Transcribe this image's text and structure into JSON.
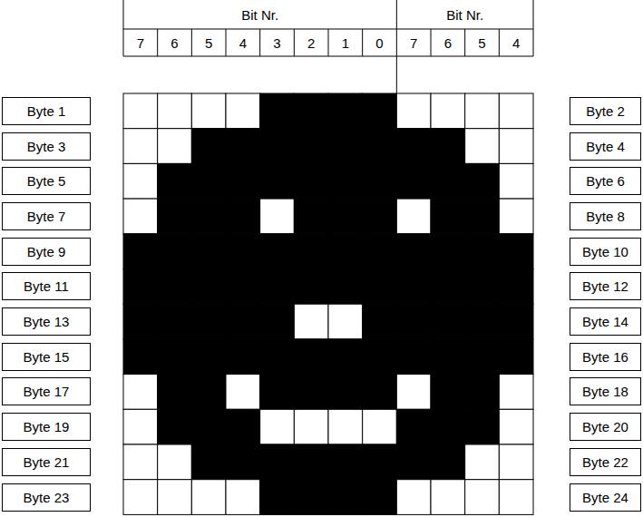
{
  "diagram": {
    "nodes": [
      {
        "text": [
          "Byte 1"
        ]
      },
      {
        "text": [
          "Byte 2"
        ]
      },
      {
        "text": [
          "Byte 3"
        ]
      },
      {
        "text": [
          "Byte 4"
        ]
      },
      {
        "text": [
          "Byte 5"
        ]
      },
      {
        "text": [
          "Byte 6"
        ]
      },
      {
        "text": [
          "Byte 7"
        ]
      },
      {
        "text": [
          "Byte 8"
        ]
      },
      {
        "text": [
          "Byte 9"
        ]
      },
      {
        "text": [
          "Byte 10"
        ]
      },
      {
        "text": [
          "Byte 11"
        ]
      },
      {
        "text": [
          "Byte 12"
        ]
      },
      {
        "text": [
          "Byte 13"
        ]
      },
      {
        "text": [
          "Byte 14"
        ]
      },
      {
        "text": [
          "Byte 15"
        ]
      },
      {
        "text": [
          "Byte 16"
        ]
      },
      {
        "text": [
          "Byte 17"
        ]
      },
      {
        "text": [
          "Byte 18"
        ]
      },
      {
        "text": [
          "Byte 19"
        ]
      },
      {
        "text": [
          "Byte 20"
        ]
      },
      {
        "text": [
          "Byte 21"
        ]
      },
      {
        "text": [
          "Byte 22"
        ]
      },
      {
        "text": [
          "Byte 23"
        ]
      },
      {
        "text": [
          "Byte 24"
        ]
      }
    ],
    "labels": [
      "Bit Nr.",
      "7",
      "6",
      "5",
      "4",
      "3",
      "2",
      "1",
      "0",
      "Bit Nr.",
      "7",
      "6",
      "5",
      "4"
    ]
  }
}
